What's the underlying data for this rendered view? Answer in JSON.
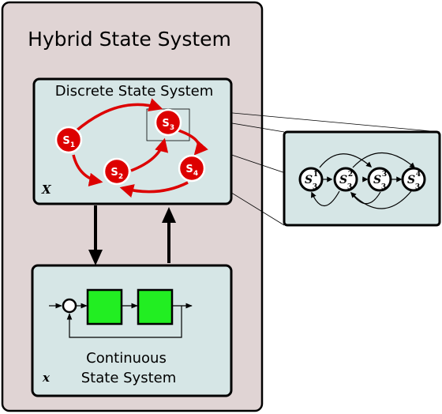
{
  "hybrid": {
    "title": "Hybrid State System"
  },
  "discrete": {
    "title": "Discrete State System",
    "var": "X",
    "states": [
      {
        "base": "S",
        "sub": "1"
      },
      {
        "base": "S",
        "sub": "2"
      },
      {
        "base": "S",
        "sub": "3"
      },
      {
        "base": "S",
        "sub": "4"
      }
    ]
  },
  "zoom": {
    "states": [
      {
        "base": "S",
        "sup": "1",
        "sub": "3"
      },
      {
        "base": "S",
        "sup": "2",
        "sub": "3"
      },
      {
        "base": "S",
        "sup": "3",
        "sub": "3"
      },
      {
        "base": "S",
        "sup": "4",
        "sub": "3"
      }
    ]
  },
  "continuous": {
    "title_line1": "Continuous",
    "title_line2": "State System",
    "var": "x"
  },
  "colors": {
    "outer_fill": "#e0d4d4",
    "inner_fill": "#d6e6e6",
    "state_red": "#dd0000",
    "block_green": "#22ee22"
  }
}
